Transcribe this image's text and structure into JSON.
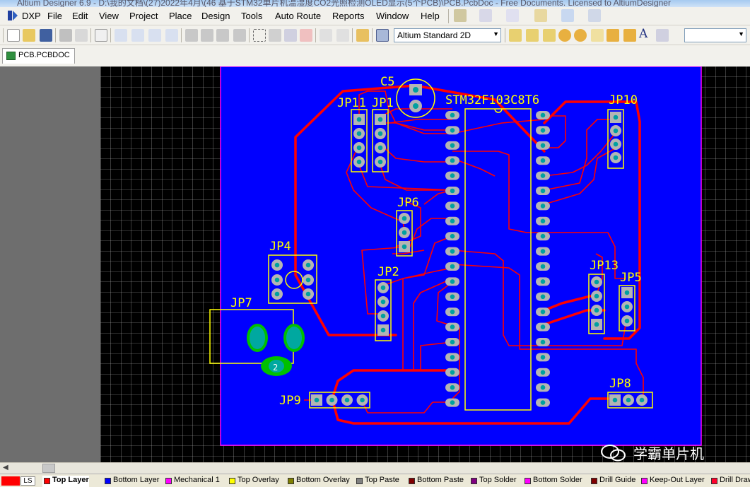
{
  "window": {
    "title": "Altium Designer 6.9 - D:\\我的文档\\(27)2022年4月\\(46 基于STM32单片机温湿度CO2光照检测OLED显示(5个PCB)\\PCB.PcbDoc - Free Documents. Licensed to AltiumDesigner"
  },
  "menu": {
    "items": [
      "DXP",
      "File",
      "Edit",
      "View",
      "Project",
      "Place",
      "Design",
      "Tools",
      "Auto Route",
      "Reports",
      "Window",
      "Help"
    ]
  },
  "toolbar": {
    "view_combo": "Altium Standard 2D",
    "right_combo": ""
  },
  "document_tab": {
    "label": "PCB.PCBDOC"
  },
  "pcb": {
    "component_labels": {
      "c5": "C5",
      "mcu": "STM32F103C8T6",
      "jp1": "JP1",
      "jp11": "JP11",
      "jp10": "JP10",
      "jp6": "JP6",
      "jp4": "JP4",
      "jp2": "JP2",
      "jp13": "JP13",
      "jp5": "JP5",
      "jp7": "JP7",
      "jp9": "JP9",
      "jp8": "JP8",
      "jp7_pad2": "2"
    },
    "colors": {
      "board": "#0000ff",
      "top_layer_track": "#ff0000",
      "top_overlay": "#ffff00",
      "pad_fill": "#b4b4b4",
      "via_hole": "#00a0a0",
      "board_outline": "#ff00ff",
      "grid_background": "#000000",
      "grid_line": "#ffffff"
    }
  },
  "layers": {
    "current_swatch": "LS",
    "tabs": [
      {
        "label": "Top Layer",
        "color": "#ff0000",
        "active": true
      },
      {
        "label": "Bottom Layer",
        "color": "#0000ff",
        "active": false
      },
      {
        "label": "Mechanical 1",
        "color": "#ff00ff",
        "active": false
      },
      {
        "label": "Top Overlay",
        "color": "#ffff00",
        "active": false
      },
      {
        "label": "Bottom Overlay",
        "color": "#808000",
        "active": false
      },
      {
        "label": "Top Paste",
        "color": "#808080",
        "active": false
      },
      {
        "label": "Bottom Paste",
        "color": "#800000",
        "active": false
      },
      {
        "label": "Top Solder",
        "color": "#800080",
        "active": false
      },
      {
        "label": "Bottom Solder",
        "color": "#ff00ff",
        "active": false
      },
      {
        "label": "Drill Guide",
        "color": "#800000",
        "active": false
      },
      {
        "label": "Keep-Out Layer",
        "color": "#ff00ff",
        "active": false
      },
      {
        "label": "Drill Drawing",
        "color": "#ff002a",
        "active": false
      }
    ]
  },
  "watermark": {
    "text": "学霸单片机",
    "icon": "wechat-icon"
  }
}
